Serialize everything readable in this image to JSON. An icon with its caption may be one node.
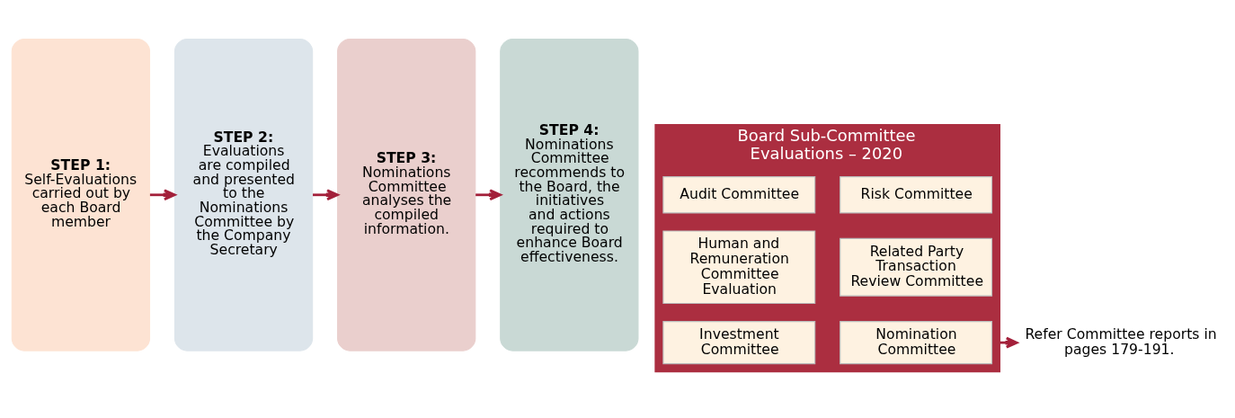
{
  "diagram": {
    "nodes": [
      {
        "text": [
          "STEP 1:",
          "Self-Evaluations carried out by each Board member"
        ]
      },
      {
        "text": [
          "STEP 2:",
          "Evaluations are compiled and presented to the Nominations Committee by the Company Secretary"
        ]
      },
      {
        "text": [
          "STEP 3:",
          "Nominations Committee analyses the compiled information."
        ]
      },
      {
        "text": [
          "STEP 4:",
          "Nominations Committee recommends to the Board, the initiatives and actions required to enhance Board effectiveness."
        ]
      },
      {
        "text": [
          "Board Sub-Committee Evaluations – 2020"
        ]
      },
      {
        "text": [
          "Audit Committee"
        ],
        "in": 4
      },
      {
        "text": [
          "Risk Committee"
        ],
        "in": 4
      },
      {
        "text": [
          "Human and Remuneration Committee Evaluation"
        ],
        "in": 4
      },
      {
        "text": [
          "Related Party Transaction Review Committee"
        ],
        "in": 4
      },
      {
        "text": [
          "Investment Committee"
        ],
        "in": 4
      },
      {
        "text": [
          "Nomination Committee"
        ],
        "in": 4
      },
      {
        "text": [
          "Refer Committee reports in pages 179-191."
        ]
      }
    ],
    "edges": [
      {
        "from": 0,
        "to": 1,
        "arrow": "to"
      },
      {
        "from": 1,
        "to": 2,
        "arrow": "to"
      },
      {
        "from": 2,
        "to": 3,
        "arrow": "to"
      },
      {
        "from": 4,
        "to": 11,
        "arrow": "to"
      }
    ]
  }
}
